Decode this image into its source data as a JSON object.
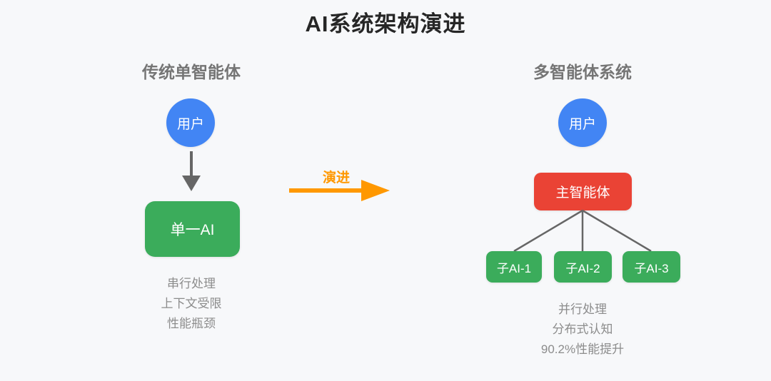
{
  "title": "AI系统架构演进",
  "colors": {
    "background": "#F7F8FA",
    "user_blue": "#4285F4",
    "agent_green": "#3BAC5B",
    "main_agent_red": "#EA4335",
    "evolution_orange": "#FF9800",
    "header_gray": "#757575",
    "bullet_gray": "#8C8C8C",
    "connector_gray": "#666666",
    "title_color": "#262626"
  },
  "left": {
    "header": "传统单智能体",
    "user_label": "用户",
    "node_label": "单一AI",
    "bullets": [
      "串行处理",
      "上下文受限",
      "性能瓶颈"
    ]
  },
  "middle": {
    "arrow_label": "演进"
  },
  "right": {
    "header": "多智能体系统",
    "user_label": "用户",
    "main_label": "主智能体",
    "sub_labels": [
      "子AI-1",
      "子AI-2",
      "子AI-3"
    ],
    "bullets": [
      "并行处理",
      "分布式认知",
      "90.2%性能提升"
    ]
  }
}
